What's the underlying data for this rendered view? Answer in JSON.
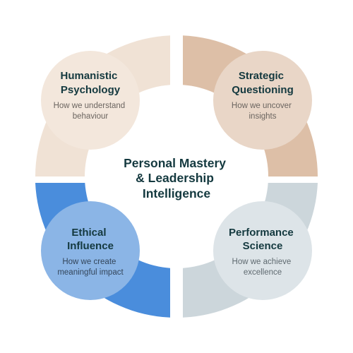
{
  "center": {
    "lines": [
      "Personal Mastery",
      "& Leadership",
      "Intelligence"
    ]
  },
  "nodes": [
    {
      "title_lines": [
        "Humanistic",
        "Psychology"
      ],
      "subtitle_lines": [
        "How we understand",
        "behaviour"
      ]
    },
    {
      "title_lines": [
        "Strategic",
        "Questioning"
      ],
      "subtitle_lines": [
        "How we uncover",
        "insights"
      ]
    },
    {
      "title_lines": [
        "Ethical",
        "Influence"
      ],
      "subtitle_lines": [
        "How we create",
        "meaningful impact"
      ]
    },
    {
      "title_lines": [
        "Performance",
        "Science"
      ],
      "subtitle_lines": [
        "How we achieve",
        "excellence"
      ]
    }
  ],
  "colors": {
    "title_text": "#14393f",
    "humanistic_ring": "#f0e2d5",
    "humanistic_circle": "#f3e7dc",
    "humanistic_sub": "#6b6560",
    "strategic_ring": "#ddbfa7",
    "strategic_circle": "#e9d6c7",
    "strategic_sub": "#6b6560",
    "ethical_ring": "#4a8ddc",
    "ethical_circle": "#8bb5e6",
    "ethical_sub": "#33455a",
    "performance_ring": "#ccd6db",
    "performance_circle": "#dde4e8",
    "performance_sub": "#5f6a70"
  }
}
